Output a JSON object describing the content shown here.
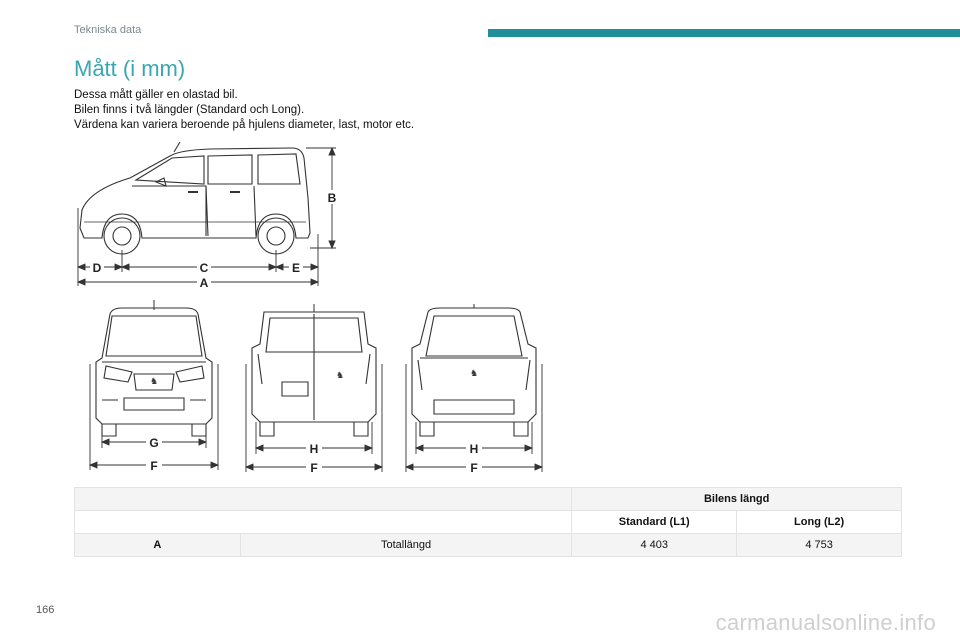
{
  "header": {
    "section_label": "Tekniska data"
  },
  "page": {
    "title": "Mått (i mm)",
    "intro_lines": [
      "Dessa mått gäller en olastad bil.",
      "Bilen finns i två längder (Standard och Long).",
      "Värdena kan variera beroende på hjulens diameter, last, motor etc."
    ],
    "page_number": "166"
  },
  "figures": {
    "side": {
      "labels": {
        "A": "A",
        "B": "B",
        "C": "C",
        "D": "D",
        "E": "E"
      }
    },
    "front": {
      "labels": {
        "G": "G",
        "F": "F"
      }
    },
    "rear_doors": {
      "labels": {
        "H": "H",
        "F": "F"
      }
    },
    "rear_tailgate": {
      "labels": {
        "H": "H",
        "F": "F"
      }
    }
  },
  "table": {
    "group_header": "Bilens längd",
    "columns": [
      "Standard (L1)",
      "Long (L2)"
    ],
    "rows": [
      {
        "code": "A",
        "label": "Totallängd",
        "standard": "4 403",
        "long": "4 753"
      }
    ]
  },
  "footer": {
    "watermark": "carmanualsonline.info"
  }
}
